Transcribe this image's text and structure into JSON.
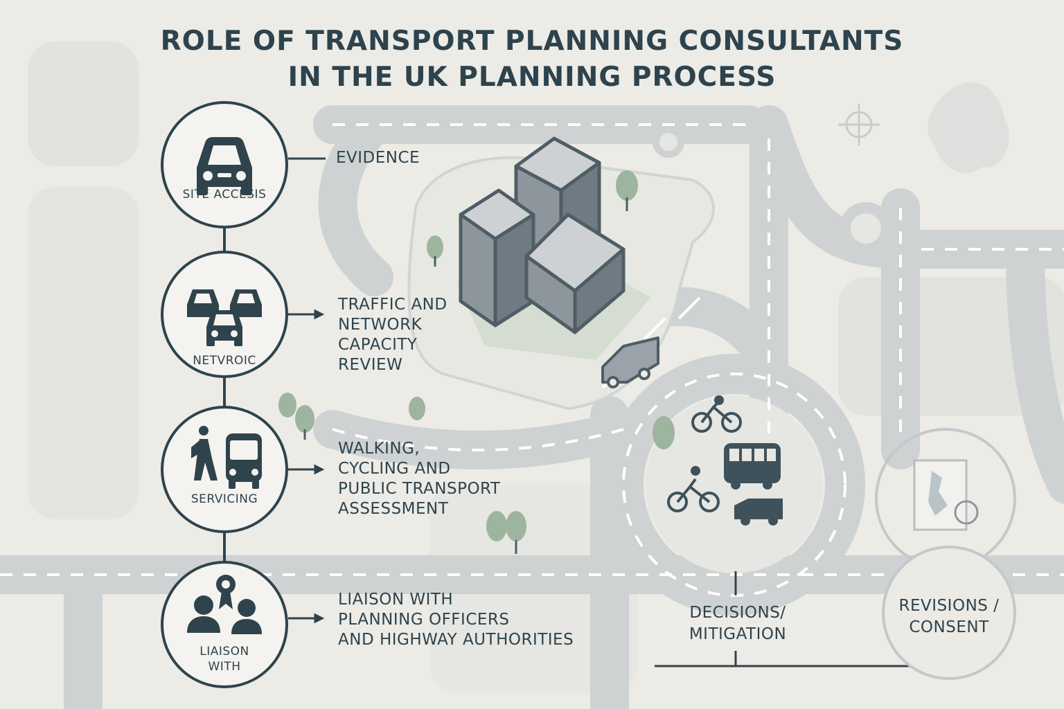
{
  "title": {
    "line1": "ROLE OF TRANSPORT PLANNING CONSULTANTS",
    "line2": "IN THE UK PLANNING PROCESS"
  },
  "steps": [
    {
      "label": "SITE ACCESIS",
      "icon": "car-icon",
      "description": [
        "EVIDENCE"
      ]
    },
    {
      "label": "NETVROIC",
      "icon": "traffic-cars-icon",
      "description": [
        "TRAFFIC AND",
        "NETWORK",
        "CAPACITY",
        "REVIEW"
      ]
    },
    {
      "label": "SERVICING",
      "icon": "pedestrian-bus-icon",
      "description": [
        "WALKING,",
        "CYCLING AND",
        "PUBLIC TRANSPORT",
        "ASSESSMENT"
      ]
    },
    {
      "label_lines": [
        "LIAISON",
        "WITH"
      ],
      "icon": "people-badge-icon",
      "description": [
        "LIAISON WITH",
        "PLANNING OFFICERS",
        "AND HIGHWAY AUTHORITIES"
      ]
    }
  ],
  "outcomes": {
    "decisions": [
      "DECISIONS/",
      "MITIGATION"
    ],
    "revisions": [
      "REVISIONS /",
      "CONSENT"
    ]
  },
  "colors": {
    "ink": "#2f434c",
    "road": "#cfd2d2",
    "background": "#ecebe6",
    "building": "#8c959c",
    "tree": "#8fab91"
  }
}
